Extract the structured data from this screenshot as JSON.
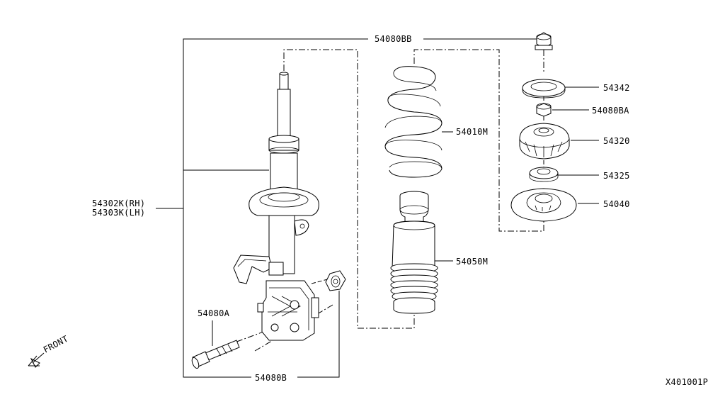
{
  "parts": {
    "p_54080BB": "54080BB",
    "p_54342": "54342",
    "p_54080BA": "54080BA",
    "p_54320": "54320",
    "p_54010M": "54010M",
    "p_54325": "54325",
    "p_54040": "54040",
    "p_54302K": "54302K(RH)",
    "p_54303K": "54303K(LH)",
    "p_54050M": "54050M",
    "p_54080A": "54080A",
    "p_54080B": "54080B"
  },
  "front_label": "FRONT",
  "drawing_id": "X401001P"
}
